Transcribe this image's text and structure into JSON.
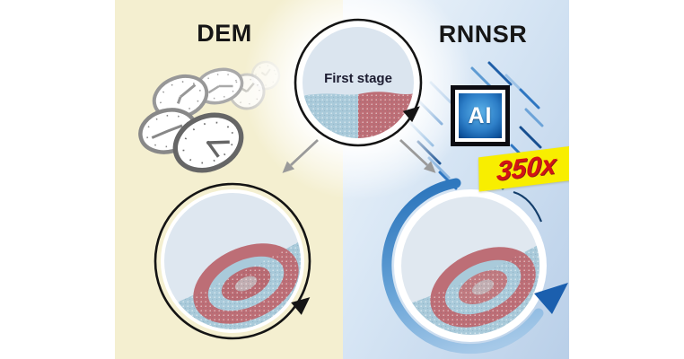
{
  "figure": {
    "left_title": "DEM",
    "right_title": "RNNSR",
    "first_stage_label": "First stage",
    "ai_label": "AI",
    "speedup_label": "350x"
  },
  "colors": {
    "left_panel_bg": "#f4efd0",
    "right_panel_bg_start": "#f0f6fb",
    "right_panel_bg_end": "#b9cfe8",
    "particle_blue": "#a9cada",
    "particle_red": "#bd6e76",
    "headspace_blue": "#dbe5ef",
    "badge_bg": "#f8ee00",
    "badge_text": "#d31414",
    "rnnsr_arrow_blue": "#1b5fae",
    "dem_arrow_black": "#141414",
    "split_arrow_gray": "#9a9a9a",
    "ai_box_blue": "#2d7ec7"
  }
}
